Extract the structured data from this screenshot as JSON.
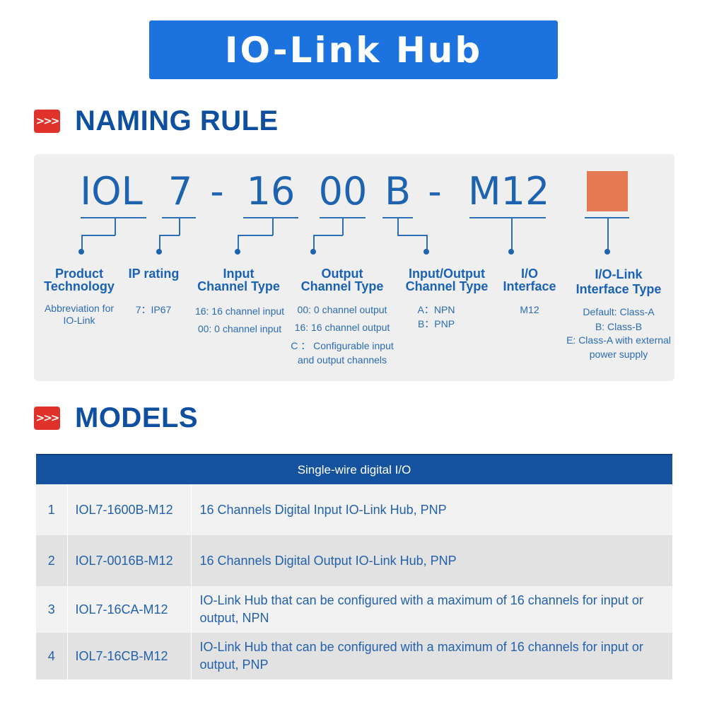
{
  "banner": {
    "title": "IO-Link Hub"
  },
  "naming_section": {
    "badge": ">>>",
    "title": "NAMING RULE",
    "code_segments": [
      "IOL",
      "7",
      "-",
      "16",
      "00",
      "B",
      "-",
      "M12"
    ],
    "swatch_color": "#e57a52",
    "fields": [
      {
        "title": [
          "Product",
          "Technology"
        ],
        "desc": [
          "Abbreviation for",
          "IO-Link"
        ]
      },
      {
        "title": [
          "IP rating"
        ],
        "desc": [
          "7：IP67"
        ]
      },
      {
        "title": [
          "Input",
          "Channel Type"
        ],
        "desc": [
          "16: 16 channel input",
          "00: 0 channel input"
        ]
      },
      {
        "title": [
          "Output",
          "Channel Type"
        ],
        "desc": [
          "00: 0 channel output",
          "16: 16 channel output",
          "C ： Configurable input",
          "and output channels"
        ]
      },
      {
        "title": [
          "Input/Output",
          "Channel Type"
        ],
        "desc": [
          "A：NPN",
          "B：PNP"
        ]
      },
      {
        "title": [
          "I/O",
          "Interface"
        ],
        "desc": [
          "M12"
        ]
      },
      {
        "title": [
          "I/O-Link",
          "Interface Type"
        ],
        "desc": [
          "Default: Class-A",
          "B: Class-B",
          "E: Class-A with external",
          "power supply"
        ]
      }
    ]
  },
  "models_section": {
    "badge": ">>>",
    "title": "MODELS",
    "table_header": "Single-wire digital I/O",
    "rows": [
      {
        "no": "1",
        "model": "IOL7-1600B-M12",
        "desc": "16 Channels Digital Input IO-Link Hub, PNP"
      },
      {
        "no": "2",
        "model": "IOL7-0016B-M12",
        "desc": "16 Channels Digital Output IO-Link Hub, PNP"
      },
      {
        "no": "3",
        "model": "IOL7-16CA-M12",
        "desc": "IO-Link Hub that can be configured with a maximum of 16 channels for input or output, NPN"
      },
      {
        "no": "4",
        "model": "IOL7-16CB-M12",
        "desc": "IO-Link Hub that can be configured with a maximum of 16 channels for input or output, PNP"
      }
    ]
  },
  "colors": {
    "banner": "#1c73e0",
    "badge": "#e0312b",
    "heading": "#0f4fa0",
    "table_header": "#15529f",
    "text_blue": "#2361ad"
  }
}
